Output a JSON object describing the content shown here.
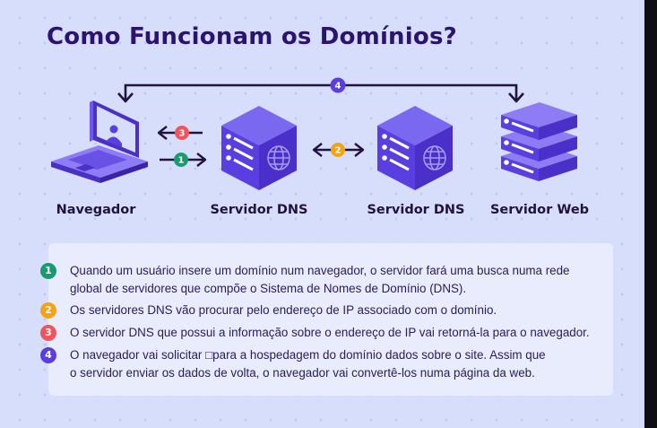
{
  "title": "Como Funcionam os Domínios?",
  "nodes": [
    {
      "label": "Navegador",
      "icon": "laptop-icon"
    },
    {
      "label": "Servidor DNS",
      "icon": "dns-server-icon"
    },
    {
      "label": "Servidor DNS",
      "icon": "dns-server-icon"
    },
    {
      "label": "Servidor Web",
      "icon": "web-server-stack-icon"
    }
  ],
  "arrows": [
    {
      "step": "1",
      "from": "Navegador",
      "to": "Servidor DNS",
      "color": "#1a9b6e"
    },
    {
      "step": "2",
      "from": "Servidor DNS",
      "to": "Servidor DNS",
      "color": "#f5a316"
    },
    {
      "step": "3",
      "from": "Servidor DNS",
      "to": "Navegador",
      "color": "#f0555c"
    },
    {
      "step": "4",
      "from": "Navegador",
      "to": "Servidor Web",
      "color": "#5b3ee0"
    }
  ],
  "steps": [
    {
      "number": "1",
      "color": "#1a9b6e",
      "lines": [
        "Quando um usuário insere um domínio num navegador, o servidor fará uma busca numa rede",
        "global de servidores que compõe o Sistema de Nomes de Domínio (DNS)."
      ]
    },
    {
      "number": "2",
      "color": "#f5a316",
      "lines": [
        "Os servidores DNS vão procurar pelo endereço de IP associado com o domínio."
      ]
    },
    {
      "number": "3",
      "color": "#f0555c",
      "lines": [
        "O servidor DNS que possui a informação sobre o endereço de IP vai retorná-la para o navegador."
      ]
    },
    {
      "number": "4",
      "color": "#5b3ee0",
      "lines": [
        "O navegador vai solicitar □para a hospedagem do domínio dados sobre o site. Assim que",
        "o servidor enviar os dados de volta, o navegador vai convertê-los numa página da web."
      ]
    }
  ],
  "colors": {
    "background": "#d7defb",
    "panel": "#e8ecfd",
    "title": "#2c1370",
    "arrow": "#22123f",
    "icon_top": "#7b68f0",
    "icon_front": "#5a3fe0",
    "icon_side": "#4a2fc8"
  }
}
